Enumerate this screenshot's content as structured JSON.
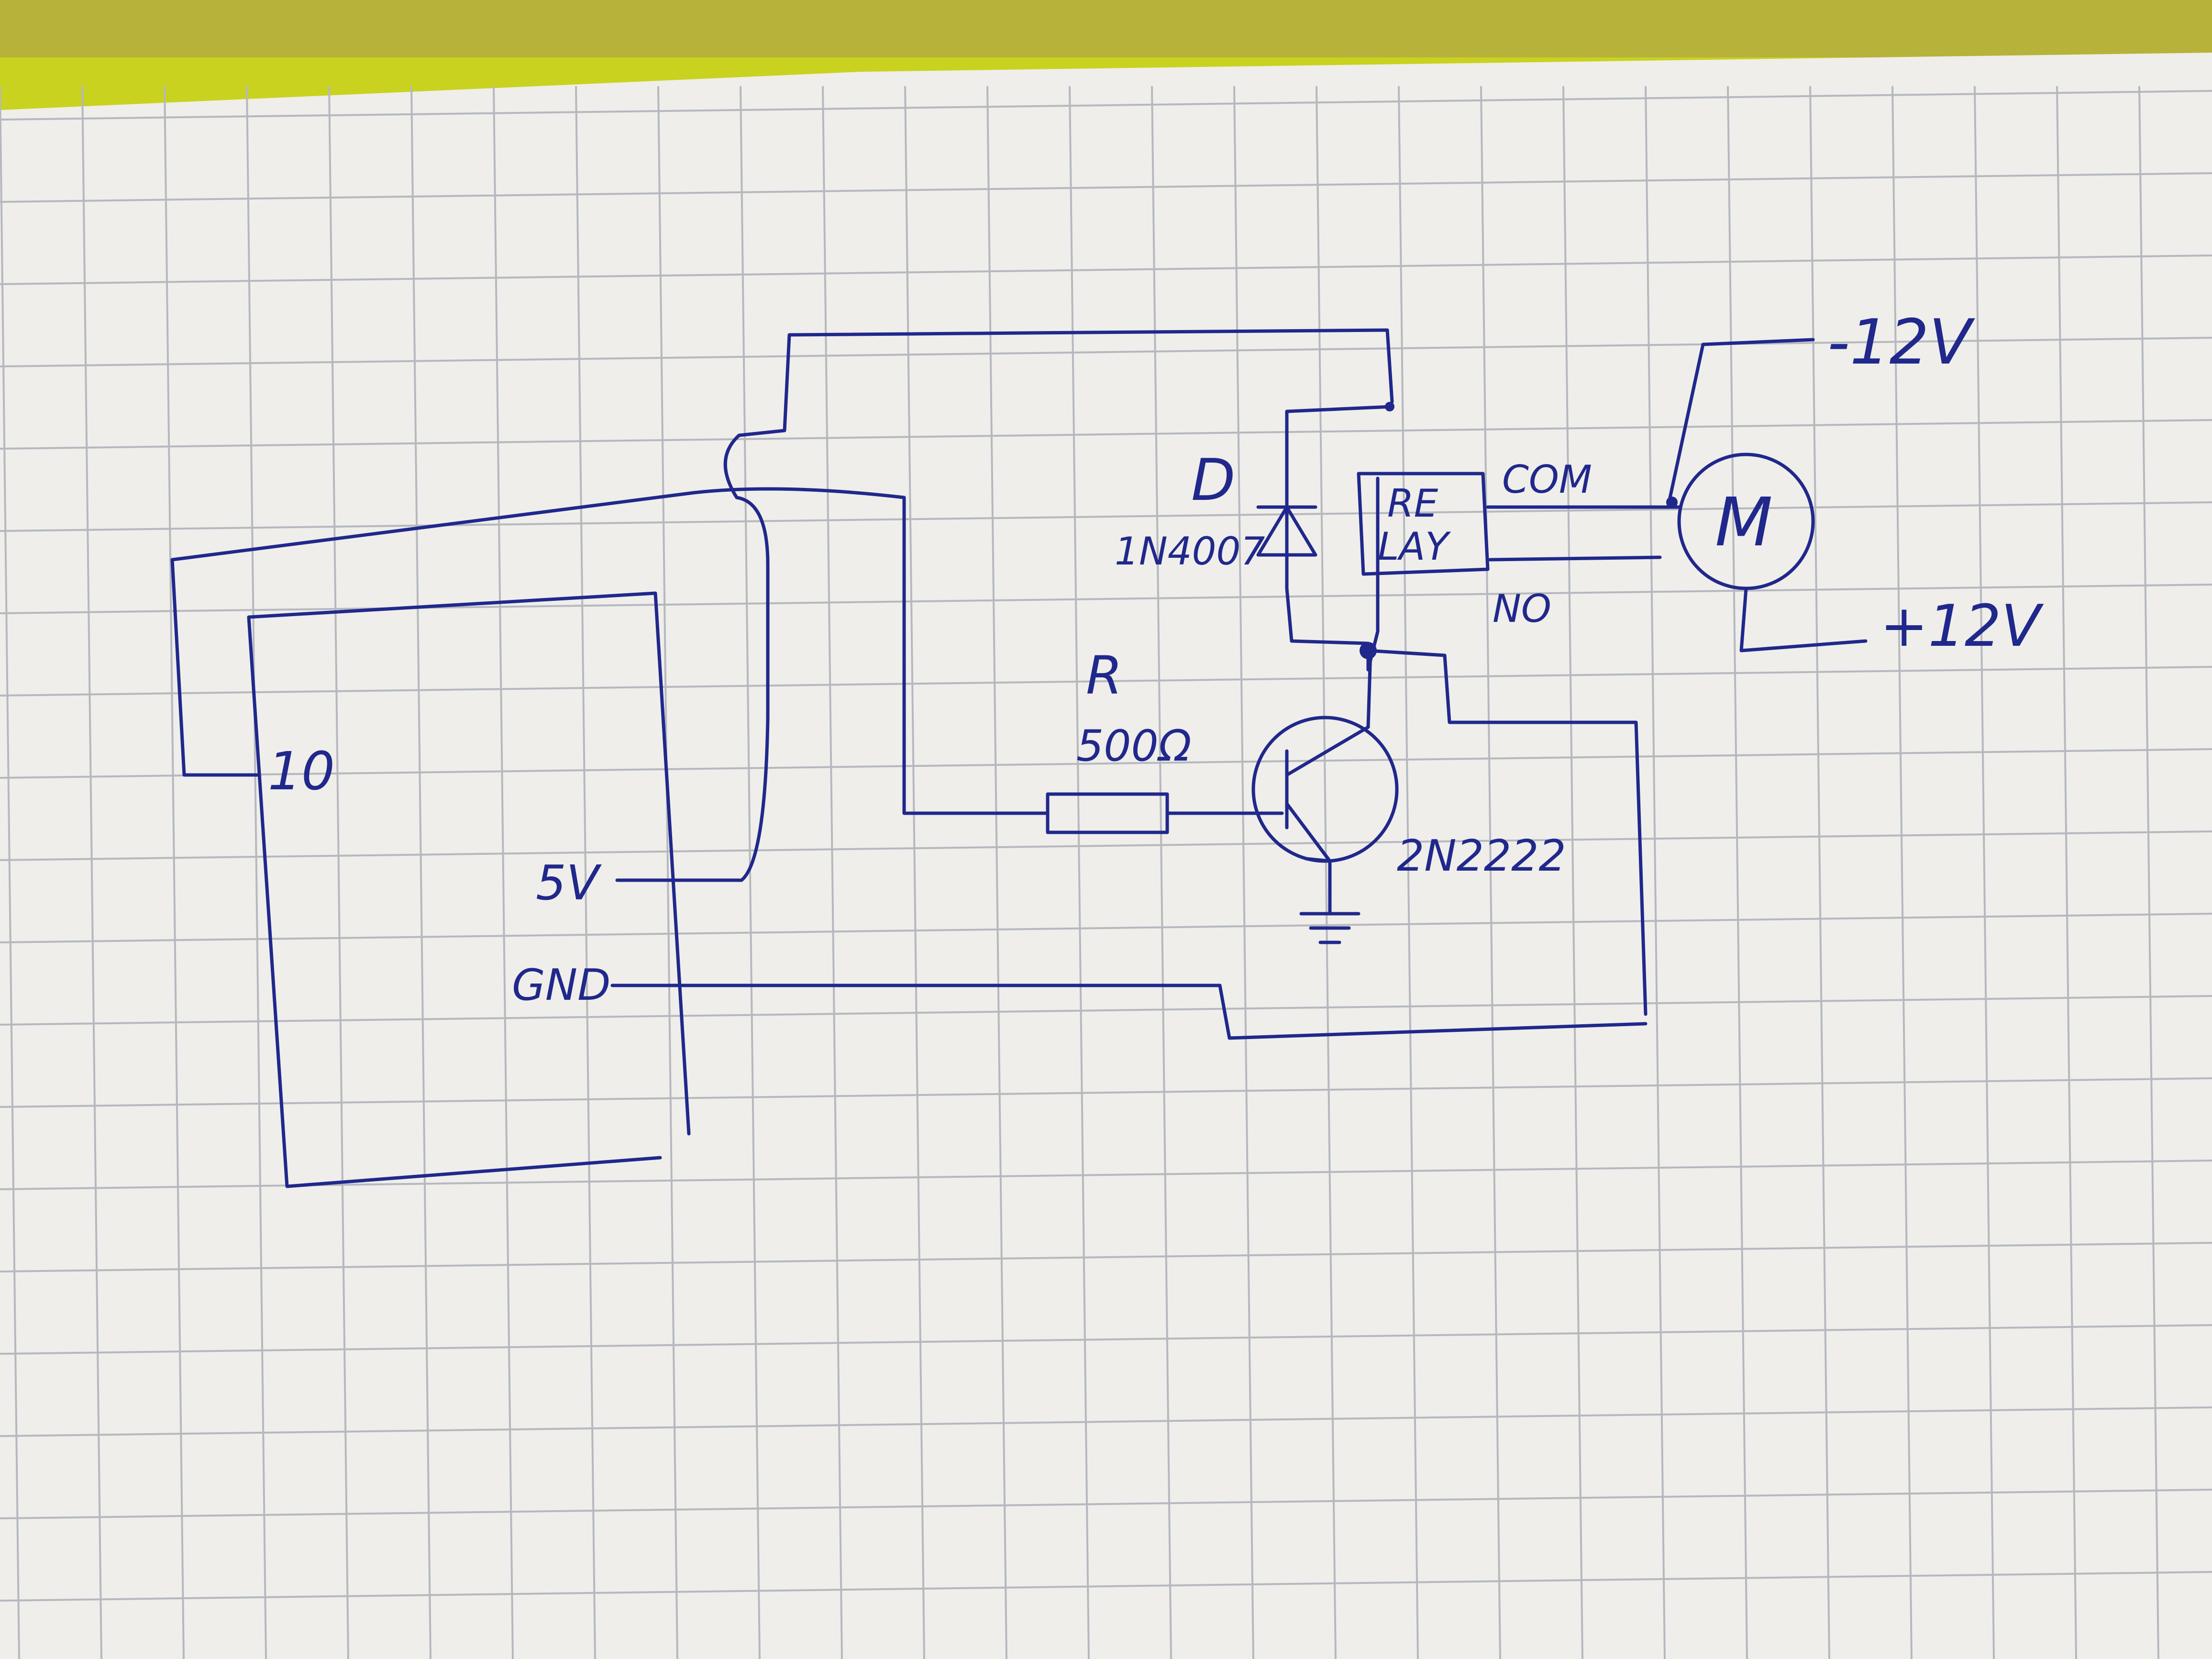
{
  "labels": {
    "pin_10": "10",
    "pin_5v": "5V",
    "pin_gnd": "GND",
    "diode_name": "D",
    "diode_part": "1N4007",
    "relay_line1": "RE",
    "relay_line2": "LAY",
    "relay_com": "COM",
    "relay_no": "NO",
    "resistor_name": "R",
    "resistor_value": "500Ω",
    "transistor_part": "2N2222",
    "motor": "M",
    "supply_neg": "-12V",
    "supply_pos": "+12V"
  },
  "colors": {
    "ink": "#20288c",
    "paper": "#efeeea",
    "grid": "#b5b8bf",
    "cover": "#c9d21f"
  }
}
